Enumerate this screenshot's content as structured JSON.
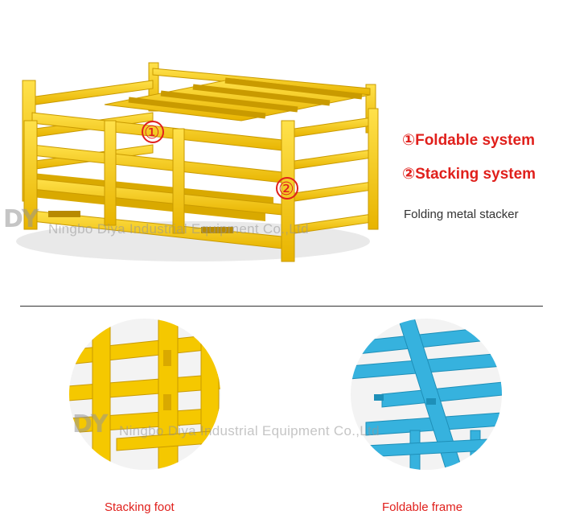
{
  "labels": {
    "foldable_system": "①Foldable system",
    "stacking_system": "②Stacking system",
    "product_name": "Folding metal stacker",
    "marker_one": "①",
    "marker_two": "②"
  },
  "watermark": {
    "logo": "DY",
    "company": "Ningbo Diya Industrial Equipment Co.,Ltd"
  },
  "details": [
    {
      "caption": "Stacking foot",
      "color": "#f2c400"
    },
    {
      "caption": "Foldable frame",
      "color": "#34b3df"
    }
  ],
  "colors": {
    "frame_yellow": "#f5c800",
    "frame_blue": "#36b2de",
    "accent_red": "#e0201c"
  }
}
